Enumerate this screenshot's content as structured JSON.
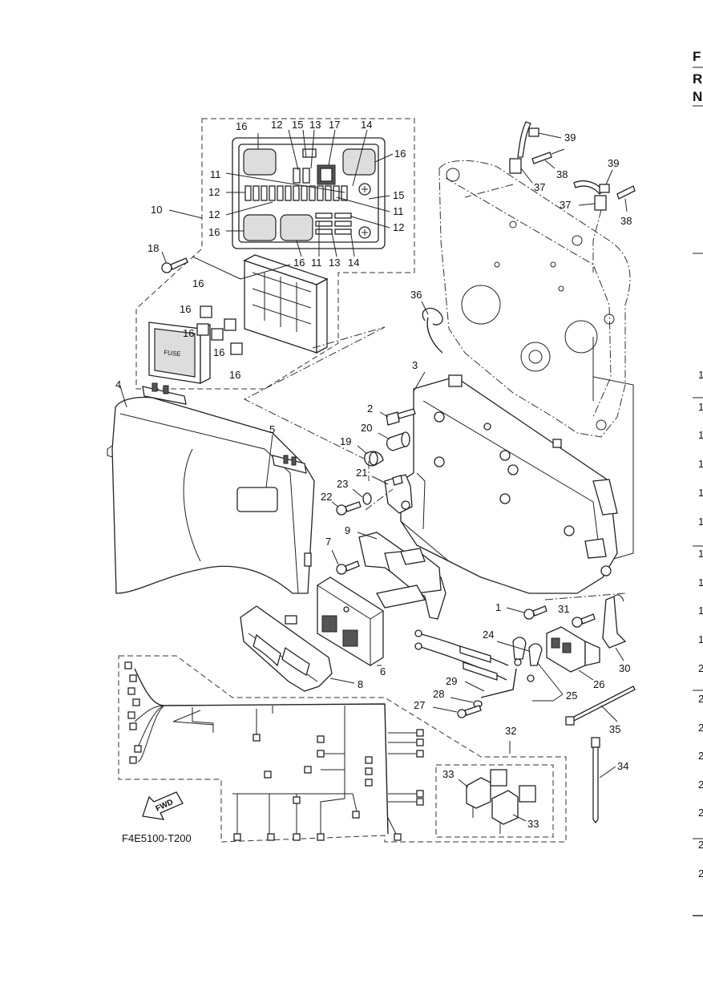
{
  "page": {
    "header_letters": [
      "F",
      "R",
      "N"
    ],
    "drawing_code": "F4E5100-T200",
    "fwd_label": "FWD",
    "fuse_label": "FUSE"
  },
  "callouts": {
    "c1": "1",
    "c2": "2",
    "c3": "3",
    "c4": "4",
    "c5": "5",
    "c6": "6",
    "c7": "7",
    "c8": "8",
    "c9": "9",
    "c10": "10",
    "c11": "11",
    "c12": "12",
    "c13": "13",
    "c14": "14",
    "c15": "15",
    "c16": "16",
    "c17": "17",
    "c18": "18",
    "c19": "19",
    "c20": "20",
    "c21": "21",
    "c22": "22",
    "c23": "23",
    "c24": "24",
    "c25": "25",
    "c26": "26",
    "c27": "27",
    "c28": "28",
    "c29": "29",
    "c30": "30",
    "c31": "31",
    "c32": "32",
    "c33": "33",
    "c34": "34",
    "c35": "35",
    "c36": "36",
    "c37": "37",
    "c38": "38",
    "c39": "39"
  },
  "right_edge_numbers": [
    "1",
    "1",
    "1",
    "1",
    "1",
    "1",
    "1",
    "1",
    "1",
    "1",
    "2",
    "2",
    "2",
    "2",
    "2",
    "2",
    "2",
    "2"
  ]
}
